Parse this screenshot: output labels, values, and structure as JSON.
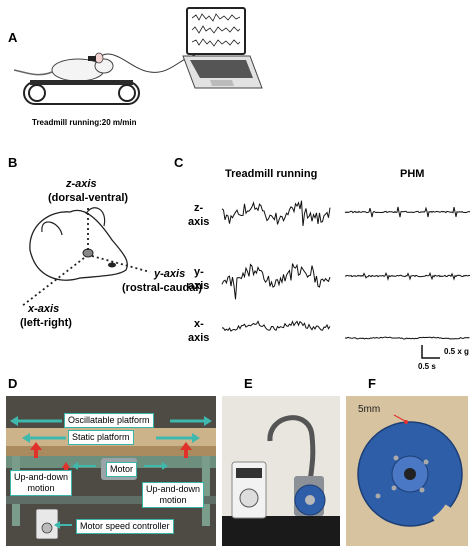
{
  "panel_a": {
    "letter": "A",
    "caption": "Treadmill running:20 m/min"
  },
  "panel_b": {
    "letter": "B",
    "z_axis_title": "z-axis",
    "z_axis_sub": "(dorsal-ventral)",
    "y_axis_title": "y-axis",
    "y_axis_sub": "(rostral-caudal)",
    "x_axis_title": "x-axis",
    "x_axis_sub": "(left-right)"
  },
  "panel_c": {
    "letter": "C",
    "col_left": "Treadmill running",
    "col_right": "PHM",
    "rows": [
      {
        "line1": "z-",
        "line2": "axis"
      },
      {
        "line1": "y-",
        "line2": "axis"
      },
      {
        "line1": "x-",
        "line2": "axis"
      }
    ],
    "scale_y": "0.5 x g",
    "scale_x": "0.5 s"
  },
  "panel_d": {
    "letter": "D",
    "labels": {
      "oscillatable": "Oscillatable platform",
      "static": "Static platform",
      "motor": "Motor",
      "updown_left_1": "Up-and-down",
      "updown_left_2": "motion",
      "updown_right_1": "Up-and-down",
      "updown_right_2": "motion",
      "speed": "Motor speed controller"
    }
  },
  "panel_e": {
    "letter": "E"
  },
  "panel_f": {
    "letter": "F",
    "scale": "5mm"
  },
  "colors": {
    "accent_arrow": "#3fb8ad",
    "red_arrow": "#e0312b",
    "disk_blue": "#2e5ea8",
    "photo_bg_d": "#4e4a44",
    "photo_bg_e": "#e9e6df",
    "photo_bg_f": "#d8c3a0"
  }
}
